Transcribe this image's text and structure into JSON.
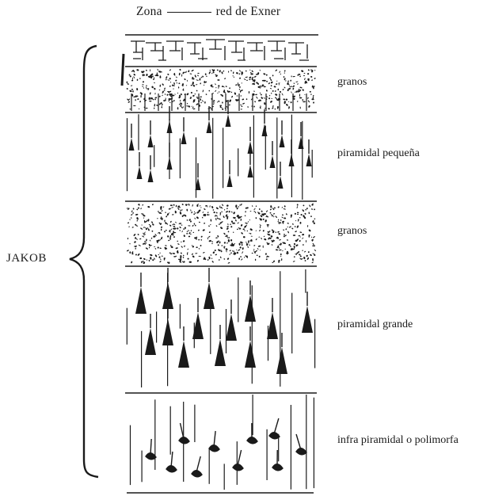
{
  "header": {
    "left": "Zona",
    "right": "red de Exner"
  },
  "group_label": "JAKOB",
  "layers": [
    {
      "id": "granos-1",
      "label": "granos"
    },
    {
      "id": "piramidal-pequena",
      "label": "piramidal pequeña"
    },
    {
      "id": "granos-2",
      "label": "granos"
    },
    {
      "id": "piramidal-grande",
      "label": "piramidal grande"
    },
    {
      "id": "infra-piramidal",
      "label": "infra piramidal o polimorfa"
    }
  ],
  "colors": {
    "ink": "#1a1a1a",
    "paper": "#ffffff"
  }
}
